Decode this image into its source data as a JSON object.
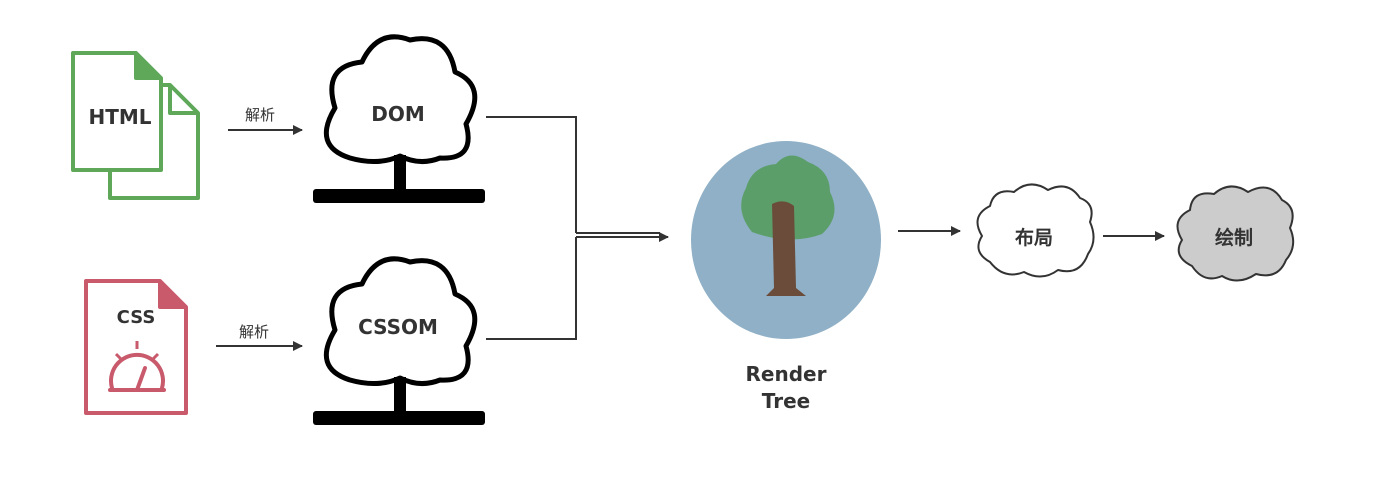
{
  "nodes": {
    "html_file": {
      "label": "HTML"
    },
    "css_file": {
      "label": "CSS"
    },
    "dom_tree": {
      "label": "DOM"
    },
    "cssom_tree": {
      "label": "CSSOM"
    },
    "render_tree": {
      "line1": "Render",
      "line2": "Tree"
    },
    "layout": {
      "label": "布局"
    },
    "paint": {
      "label": "绘制"
    }
  },
  "edges": {
    "html_to_dom": {
      "label": "解析"
    },
    "css_to_cssom": {
      "label": "解析"
    }
  },
  "colors": {
    "html_stroke": "#5fa85a",
    "css_stroke": "#c85a6c",
    "render_bg": "#8fb0c6",
    "foliage": "#5c9e6a",
    "trunk": "#6b4c3a",
    "paint_fill": "#cccccc",
    "ink": "#333333"
  }
}
